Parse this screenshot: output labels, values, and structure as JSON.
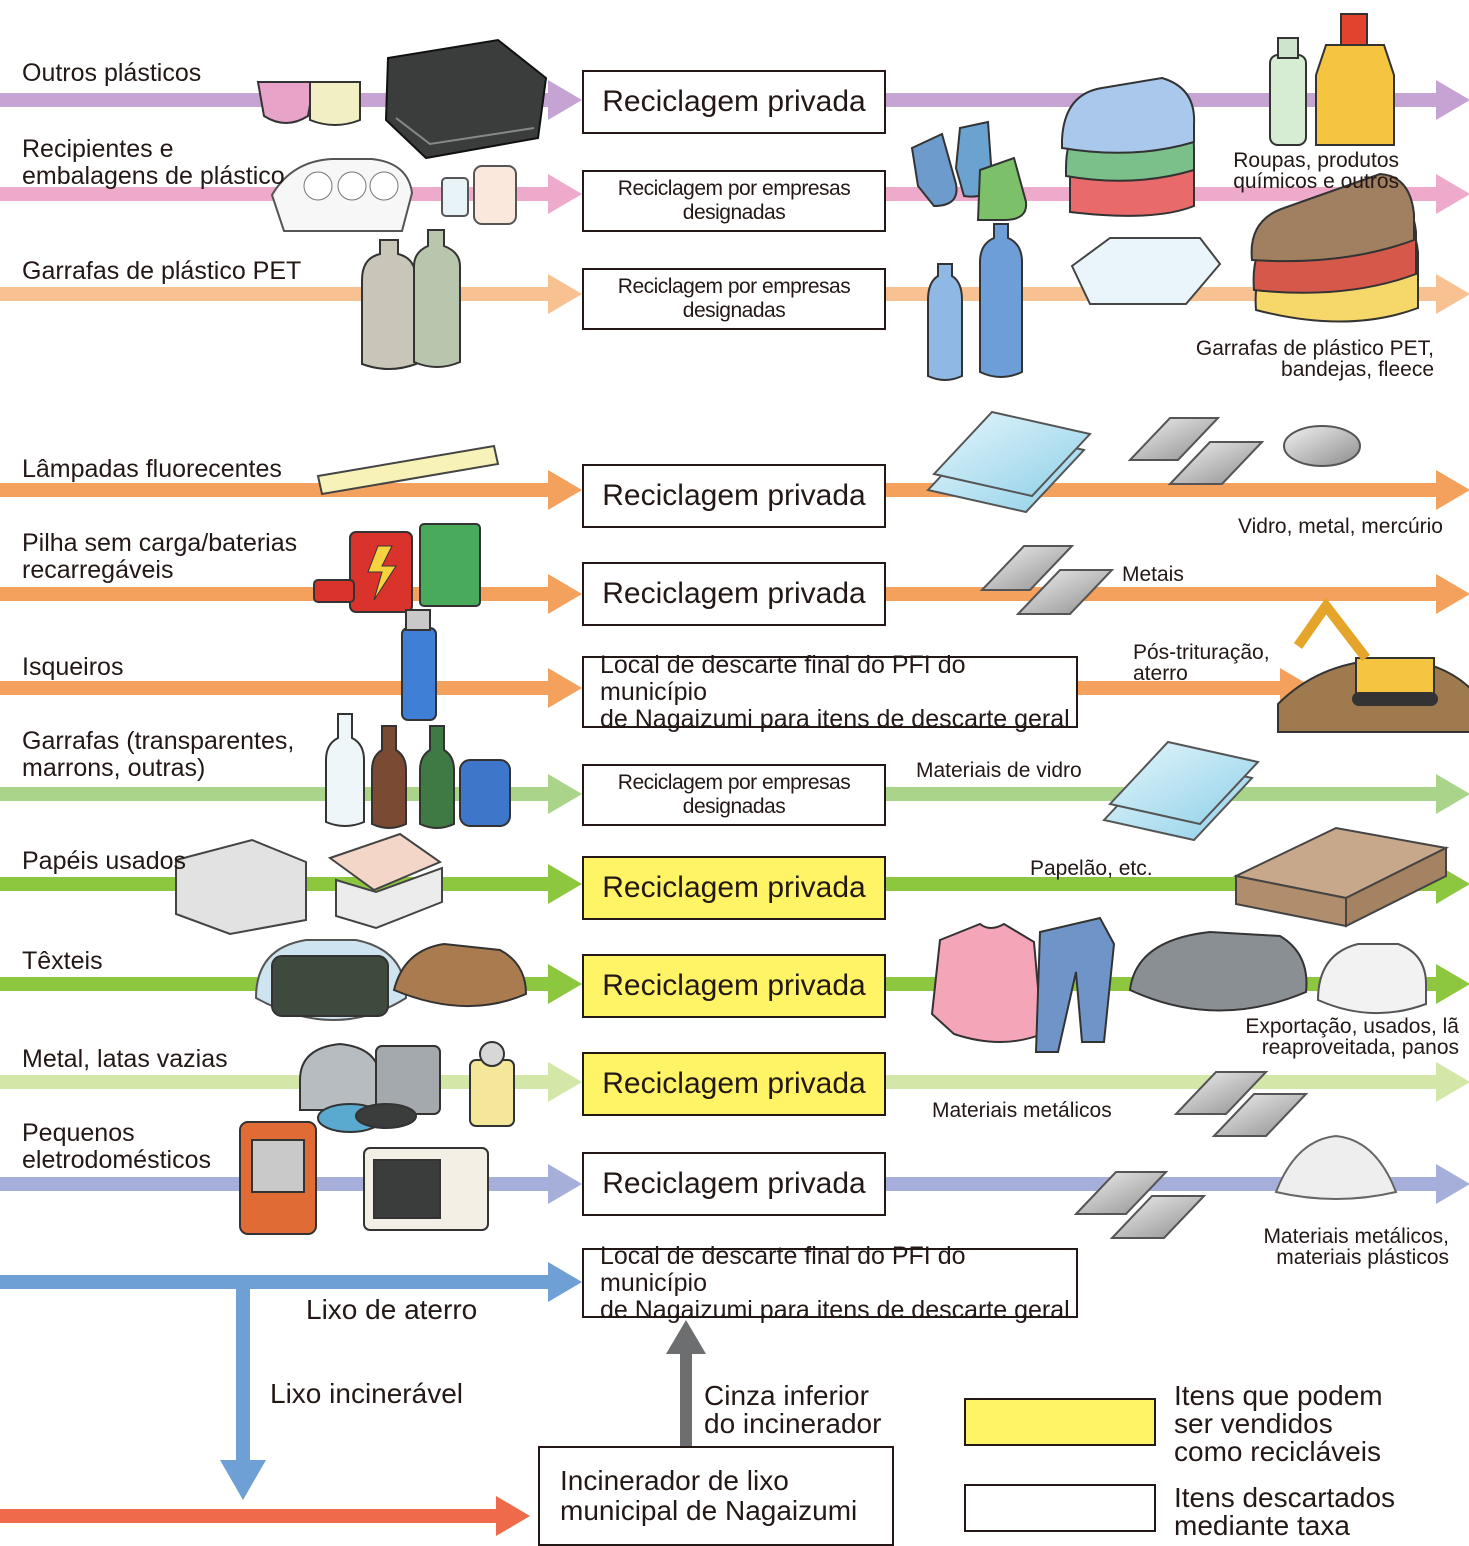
{
  "rows": [
    {
      "label": "Outros plásticos",
      "process": "Reciclagem privada",
      "output": "",
      "color": "#c5a3d2"
    },
    {
      "label": "Recipientes e\nembalagens de plástico",
      "process": "Reciclagem por empresas designadas",
      "output": "Roupas, produtos\nquímicos e outros",
      "color": "#eeaacb"
    },
    {
      "label": "Garrafas de plástico PET",
      "process": "Reciclagem por empresas designadas",
      "output": "Garrafas de plástico PET,\nbandejas, fleece",
      "color": "#f8c191"
    },
    {
      "label": "Lâmpadas fluorecentes",
      "process": "Reciclagem privada",
      "output": "Vidro, metal, mercúrio",
      "color": "#f3a15c"
    },
    {
      "label": "Pilha sem carga/baterias\nrecarregáveis",
      "process": "Reciclagem privada",
      "output": "Metais",
      "color": "#f3a15c"
    },
    {
      "label": "Isqueiros",
      "process": "Local de descarte final do PFI do município\nde Nagaizumi para itens de descarte geral",
      "output": "Pós-trituração,\naterro",
      "color": "#f3a15c"
    },
    {
      "label": "Garrafas (transparentes,\nmarrons, outras)",
      "process": "Reciclagem por empresas designadas",
      "output": "Materiais de vidro",
      "color": "#a9d48a"
    },
    {
      "label": "Papéis usados",
      "process": "Reciclagem privada",
      "output": "Papelão, etc.",
      "color": "#8dc63f"
    },
    {
      "label": "Têxteis",
      "process": "Reciclagem privada",
      "output": "Exportação, usados, lã\nreaproveitada, panos",
      "color": "#8dc63f"
    },
    {
      "label": "Metal, latas vazias",
      "process": "Reciclagem privada",
      "output": "Materiais metálicos",
      "color": "#d3e7a8"
    },
    {
      "label": "Pequenos\neletrodomésticos",
      "process": "Reciclagem privada",
      "output": "Materiais metálicos,\nmateriais plásticos",
      "color": "#a5afda"
    }
  ],
  "landfill": {
    "label": "Lixo de aterro",
    "destination": "Local de descarte final do PFI do município\nde Nagaizumi para itens de descarte geral",
    "color": "#6e9fd5"
  },
  "incineration": {
    "label": "Lixo incinerável",
    "incinerator": "Incinerador de lixo\nmunicipal de Nagaizumi",
    "ash_label": "Cinza inferior\ndo incinerador",
    "color": "#ee6a4a",
    "ash_color": "#6d6e70"
  },
  "legend": [
    {
      "label": "Itens que podem\nser vendidos\ncomo recicláveis",
      "color": "#fff466"
    },
    {
      "label": "Itens descartados\nmediante taxa",
      "color": "#ffffff"
    }
  ],
  "icons": [
    "cups-icon",
    "storage-box-icon",
    "detergent-bottles-icon",
    "egg-carton-icon",
    "small-jars-icon",
    "socks-icon",
    "folded-clothes-icon",
    "pet-bottles-icon",
    "water-bottles-icon",
    "tray-icon",
    "fleece-icon",
    "fluorescent-tube-icon",
    "glass-sheets-icon",
    "metal-ingots-icon",
    "mercury-disc-icon",
    "batteries-icon",
    "lighter-icon",
    "excavator-icon",
    "glass-bottles-icon",
    "newspapers-icon",
    "cardboard-stack-icon",
    "textile-bag-icon",
    "sweater-icon",
    "jeans-icon",
    "wool-icon",
    "towels-icon",
    "pots-and-pans-icon",
    "can-icon",
    "heater-icon",
    "microwave-icon",
    "plastic-pellets-icon"
  ]
}
